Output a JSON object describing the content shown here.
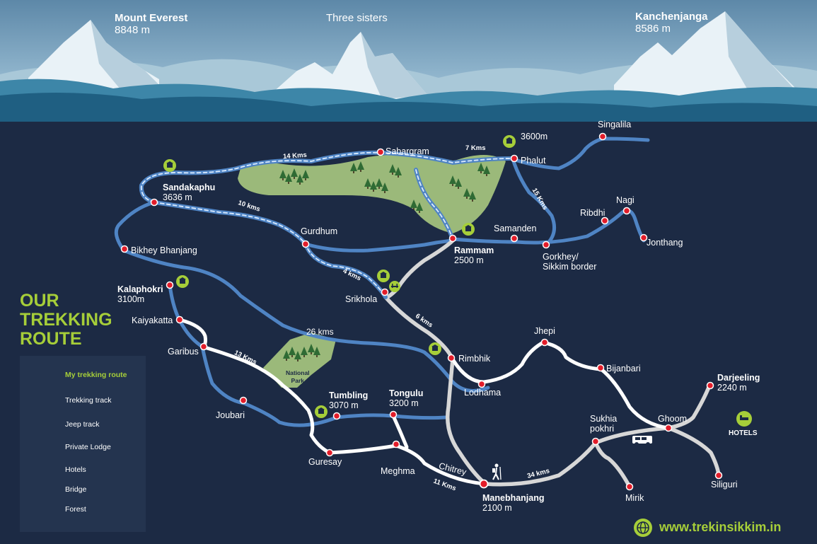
{
  "peaks": [
    {
      "name": "Mount Everest",
      "elevation": "8848 m"
    },
    {
      "name": "Three sisters",
      "elevation": ""
    },
    {
      "name": "Kanchenjanga",
      "elevation": "8586 m"
    }
  ],
  "places": {
    "sandakphu": {
      "name": "Sandakaphu",
      "elev": "3636 m"
    },
    "sabargram": {
      "name": "Sabargram"
    },
    "phalut": {
      "name": "Phalut",
      "elev": "3600m"
    },
    "singalila": {
      "name": "Singalila"
    },
    "gurdhum": {
      "name": "Gurdhum"
    },
    "samanden": {
      "name": "Samanden"
    },
    "ribdhi": {
      "name": "Ribdhi"
    },
    "nagi": {
      "name": "Nagi"
    },
    "jonthang": {
      "name": "Jonthang"
    },
    "bikhey": {
      "name": "Bikhey Bhanjang"
    },
    "rammam": {
      "name": "Rammam",
      "elev": "2500 m"
    },
    "gorkhey": {
      "name": "Gorkhey/",
      "name2": "Sikkim border"
    },
    "kalaphokri": {
      "name": "Kalaphokri",
      "elev": "3100m"
    },
    "srikhola": {
      "name": "Srikhola"
    },
    "kaiyakatta": {
      "name": "Kaiyakatta"
    },
    "garibus": {
      "name": "Garibus"
    },
    "rimbhik": {
      "name": "Rimbhik"
    },
    "jhepi": {
      "name": "Jhepi"
    },
    "bijanbari": {
      "name": "Bijanbari"
    },
    "lodhama": {
      "name": "Lodhama"
    },
    "darjeeling": {
      "name": "Darjeeling",
      "elev": "2240 m"
    },
    "tumbling": {
      "name": "Tumbling",
      "elev": "3070 m"
    },
    "tongulu": {
      "name": "Tongulu",
      "elev": "3200 m"
    },
    "joubari": {
      "name": "Joubari"
    },
    "sukhia": {
      "name": "Sukhia",
      "name2": "pokhri"
    },
    "ghoom": {
      "name": "Ghoom"
    },
    "guresay": {
      "name": "Guresay"
    },
    "meghma": {
      "name": "Meghma"
    },
    "chitrey": {
      "name": "Chitrey"
    },
    "manebhanjang": {
      "name": "Manebhanjang",
      "elev": "2100 m"
    },
    "mirik": {
      "name": "Mirik"
    },
    "siliguri": {
      "name": "Siliguri"
    }
  },
  "distances": [
    "14 Kms",
    "7 Kms",
    "10 kms",
    "15 Kms",
    "4 kms",
    "6 kms",
    "26 kms",
    "13 Kms",
    "34 kms",
    "11 Kms"
  ],
  "national_park": {
    "line1": "National",
    "line2": "Park"
  },
  "title": {
    "line1": "OUR",
    "line2": "TREKKING",
    "line3": "ROUTE"
  },
  "legend": {
    "route": "My trekking route",
    "track": "Trekking track",
    "jeep": "Jeep track",
    "lodge": "Private Lodge",
    "hotels": "Hotels",
    "bridge": "Bridge",
    "forest": "Forest"
  },
  "hotels_label": "HOTELS",
  "website": "www.trekinsikkim.in",
  "colors": {
    "background": "#1c2a44",
    "trekking_track": "#4f84c4",
    "my_route": "#b9d7f5",
    "jeep_track": "#c8c8c8",
    "accent": "#a6ce39",
    "pin": "#e21d2a",
    "forest_area": "#9bb97a"
  }
}
